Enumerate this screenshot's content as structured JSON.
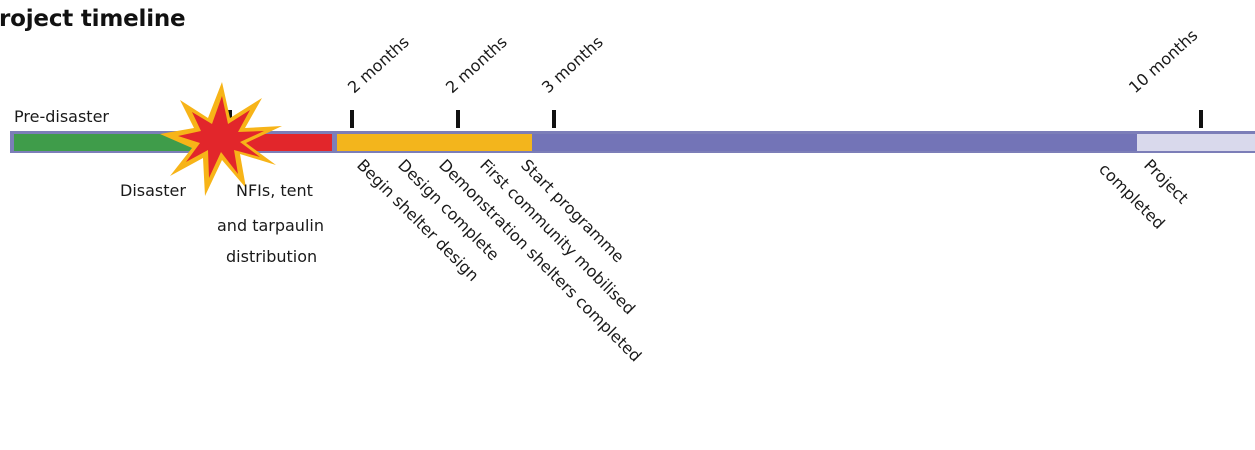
{
  "title": "roject timeline",
  "colors": {
    "predisaster": "#3f9c4a",
    "nfi": "#e2262b",
    "design": "#f3b51c",
    "programme": "#7374b7",
    "completed": "#d9d9ec",
    "tick": "#111111",
    "burst_outer": "#f7b418",
    "burst_inner": "#e2262b"
  },
  "labels": {
    "pre_disaster": "Pre-disaster",
    "disaster": "Disaster",
    "nfi_line1": "NFIs, tent",
    "nfi_line2": "and tarpaulin",
    "nfi_line3": "distribution",
    "begin_shelter": "Begin shelter design",
    "design_complete": "Design complete",
    "demo_shelters": "Demonstration shelters completed",
    "first_community": "First community mobilised",
    "start_programme": "Start programme",
    "project_completed_1": "Project",
    "project_completed_2": "completed"
  },
  "time_markers": {
    "m1": "2 months",
    "m2": "2    months",
    "m3": "3 months",
    "m4": "10 months"
  },
  "icons": {
    "disaster_burst": "explosion-icon"
  }
}
